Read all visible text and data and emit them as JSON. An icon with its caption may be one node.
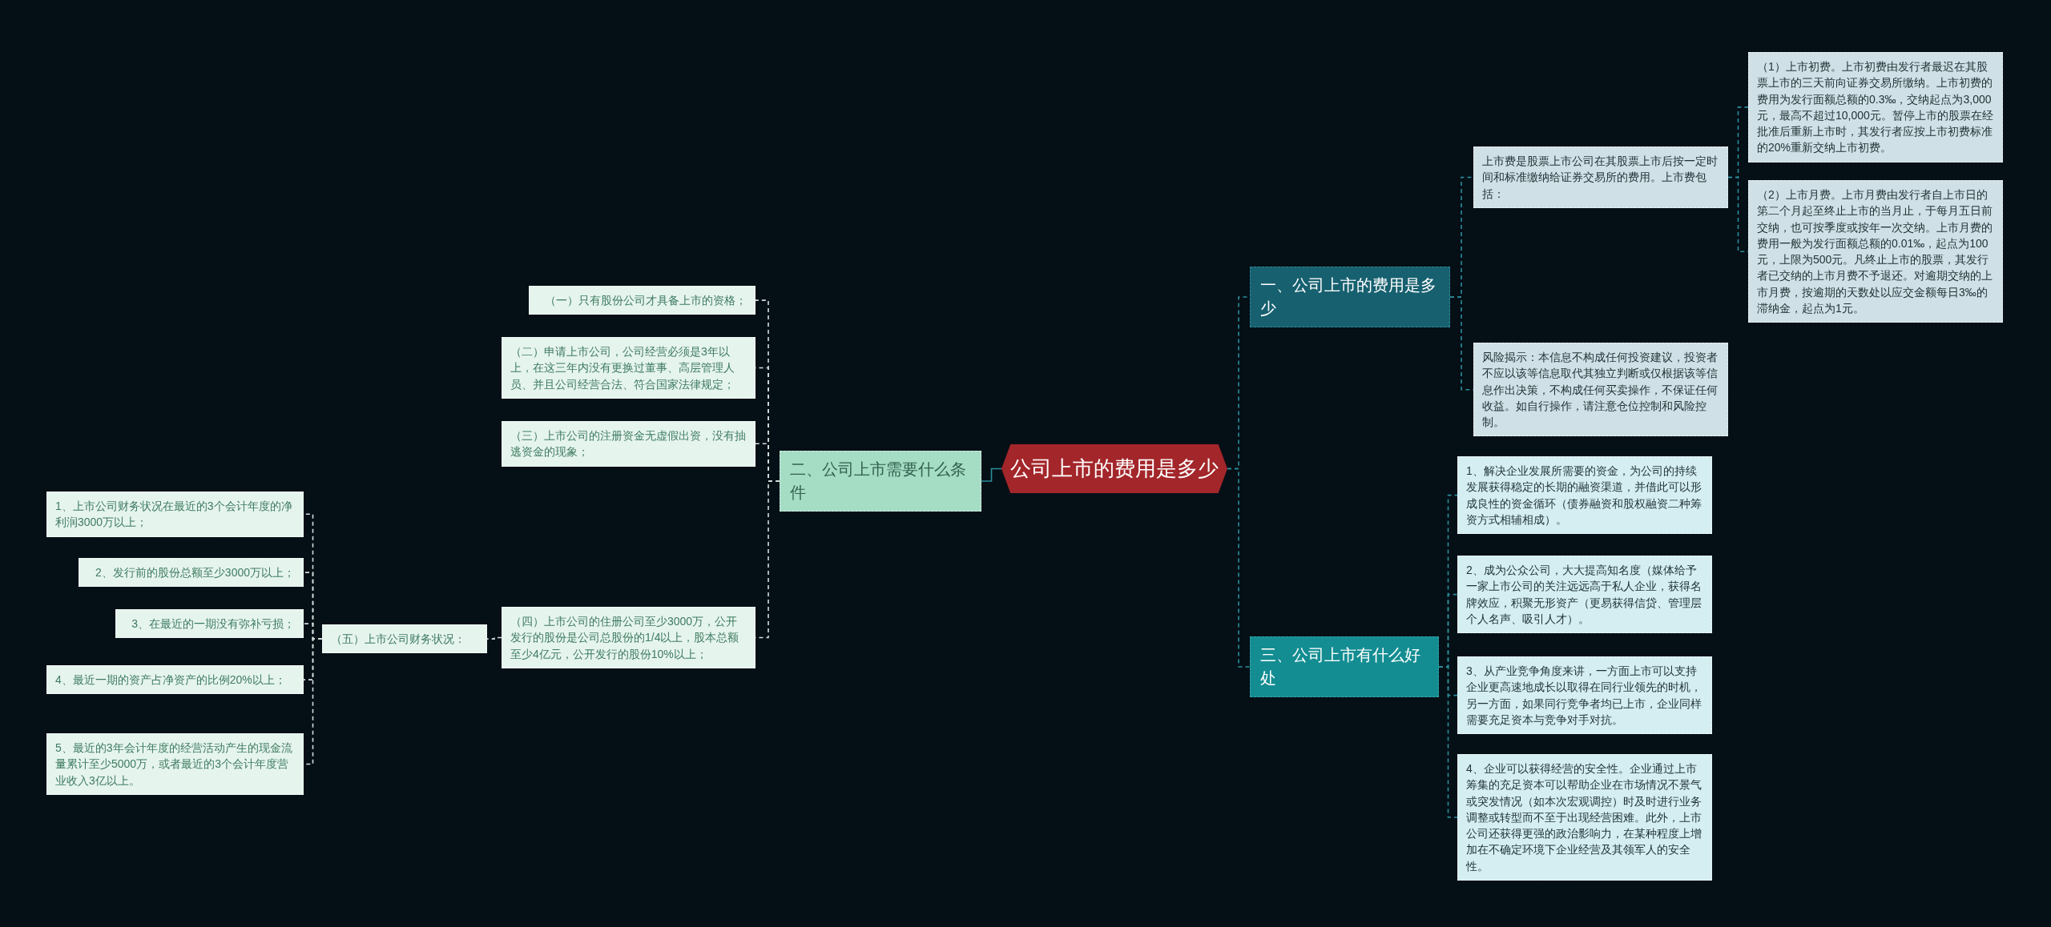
{
  "diagram": {
    "nodes": [
      {
        "text": [
          "公司上市的费用是多少"
        ]
      },
      {
        "text": [
          "一、公司上市的费用是多少"
        ]
      },
      {
        "text": [
          "上市费是股票上市公司在其股票上市后按一定时间和标准缴纳给证券交易所的费用。上市费包括："
        ]
      },
      {
        "text": [
          "（1）上市初费。上市初费由发行者最迟在其股票上市的三天前向证券交易所缴纳。上市初费的费用为发行面额总额的0.3‰，交纳起点为3,000元，最高不超过10,000元。暂停上市的股票在经批准后重新上市时，其发行者应按上市初费标准的20%重新交纳上市初费。"
        ]
      },
      {
        "text": [
          "（2）上市月费。上市月费由发行者自上市日的第二个月起至终止上市的当月止，于每月五日前交纳，也可按季度或按年一次交纳。上市月费的费用一般为发行面额总额的0.01‰，起点为100元，上限为500元。凡终止上市的股票，其发行者已交纳的上市月费不予退还。对逾期交纳的上市月费，按逾期的天数处以应交金额每日3‰的滞纳金，起点为1元。"
        ]
      },
      {
        "text": [
          "风险揭示：本信息不构成任何投资建议，投资者不应以该等信息取代其独立判断或仅根据该等信息作出决策，不构成任何买卖操作，不保证任何收益。如自行操作，请注意仓位控制和风险控制。"
        ]
      },
      {
        "text": [
          "三、公司上市有什么好处"
        ]
      },
      {
        "text": [
          "1、解决企业发展所需要的资金，为公司的持续发展获得稳定的长期的融资渠道，并借此可以形成良性的资金循环（债券融资和股权融资二种筹资方式相辅相成）。"
        ]
      },
      {
        "text": [
          "2、成为公众公司，大大提高知名度（媒体给予一家上市公司的关注远远高于私人企业，获得名牌效应，积聚无形资产（更易获得信贷、管理层个人名声、吸引人才）。"
        ]
      },
      {
        "text": [
          "3、从产业竞争角度来讲，一方面上市可以支持企业更高速地成长以取得在同行业领先的时机，另一方面，如果同行竞争者均已上市，企业同样需要充足资本与竞争对手对抗。"
        ]
      },
      {
        "text": [
          "4、企业可以获得经营的安全性。企业通过上市筹集的充足资本可以帮助企业在市场情况不景气或突发情况（如本次宏观调控）时及时进行业务调整或转型而不至于出现经营困难。此外，上市公司还获得更强的政治影响力，在某种程度上增加在不确定环境下企业经营及其领军人的安全性。"
        ]
      },
      {
        "text": [
          "二、公司上市需要什么条件"
        ]
      },
      {
        "text": [
          "（一）只有股份公司才具备上市的资格；"
        ]
      },
      {
        "text": [
          "（二）申请上市公司，公司经营必须是3年以上，在这三年内没有更换过董事、高层管理人员、并且公司经营合法、符合国家法律规定；"
        ]
      },
      {
        "text": [
          "（三）上市公司的注册资金无虚假出资，没有抽逃资金的现象；"
        ]
      },
      {
        "text": [
          "（四）上市公司的住册公司至少3000万，公开发行的股份是公司总股份的1/4以上，股本总额至少4亿元，公开发行的股份10%以上；"
        ]
      },
      {
        "text": [
          "（五）上市公司财务状况："
        ]
      },
      {
        "text": [
          "1、上市公司财务状况在最近的3个会计年度的净利润3000万以上；"
        ]
      },
      {
        "text": [
          "2、发行前的股份总额至少3000万以上；"
        ]
      },
      {
        "text": [
          "3、在最近的一期没有弥补亏损；"
        ]
      },
      {
        "text": [
          "4、最近一期的资产占净资产的比例20%以上；"
        ]
      },
      {
        "text": [
          "5、最近的3年会计年度的经营活动产生的现金流量累计至少5000万，或者最近的3个会计年度营业收入3亿以上。"
        ]
      }
    ],
    "edges": [
      {
        "from": 0,
        "to": 1,
        "arrow": "none",
        "style": "dashed"
      },
      {
        "from": 1,
        "to": 2,
        "arrow": "none",
        "style": "dashed"
      },
      {
        "from": 2,
        "to": 3,
        "arrow": "none",
        "style": "dashed"
      },
      {
        "from": 2,
        "to": 4,
        "arrow": "none",
        "style": "dashed"
      },
      {
        "from": 1,
        "to": 5,
        "arrow": "none",
        "style": "dashed"
      },
      {
        "from": 0,
        "to": 6,
        "arrow": "none",
        "style": "dashed"
      },
      {
        "from": 6,
        "to": 7,
        "arrow": "none",
        "style": "dashed"
      },
      {
        "from": 6,
        "to": 8,
        "arrow": "none",
        "style": "dashed"
      },
      {
        "from": 6,
        "to": 9,
        "arrow": "none",
        "style": "dashed"
      },
      {
        "from": 6,
        "to": 10,
        "arrow": "none",
        "style": "dashed"
      },
      {
        "from": 0,
        "to": 11,
        "arrow": "none"
      },
      {
        "from": 11,
        "to": 12,
        "arrow": "none",
        "style": "dashed",
        "color": "#d4dcda"
      },
      {
        "from": 11,
        "to": 13,
        "arrow": "none",
        "style": "dashed",
        "color": "#d4dcda"
      },
      {
        "from": 11,
        "to": 14,
        "arrow": "none",
        "style": "dashed",
        "color": "#d4dcda"
      },
      {
        "from": 11,
        "to": 15,
        "arrow": "none",
        "style": "dashed",
        "color": "#d4dcda"
      },
      {
        "from": 15,
        "to": 16,
        "arrow": "none",
        "style": "dashed",
        "color": "#d4dcda"
      },
      {
        "from": 16,
        "to": 17,
        "arrow": "none",
        "style": "dashed",
        "color": "#d4dcda"
      },
      {
        "from": 16,
        "to": 18,
        "arrow": "none",
        "style": "dashed",
        "color": "#d4dcda"
      },
      {
        "from": 16,
        "to": 19,
        "arrow": "none",
        "style": "dashed",
        "color": "#d4dcda"
      },
      {
        "from": 16,
        "to": 20,
        "arrow": "none",
        "style": "dashed",
        "color": "#d4dcda"
      },
      {
        "from": 16,
        "to": 21,
        "arrow": "none",
        "style": "dashed",
        "color": "#d4dcda"
      }
    ]
  }
}
